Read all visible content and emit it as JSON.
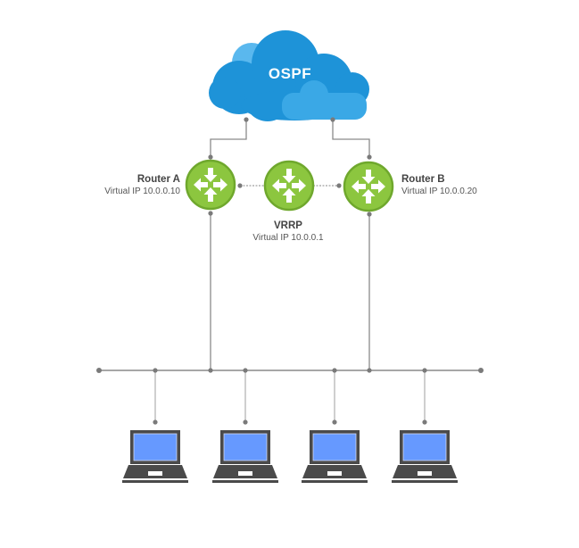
{
  "cloud": {
    "label": "OSPF",
    "icon": "cloud-icon",
    "colors": {
      "main": "#1e93d8",
      "light": "#4cb6ec",
      "highlight": "#6cc4f0"
    }
  },
  "routers": [
    {
      "id": "router-a",
      "name": "Router A",
      "ip": "Virtual IP 10.0.0.10",
      "icon": "router-icon"
    },
    {
      "id": "vrrp",
      "name": "VRRP",
      "ip": "Virtual IP 10.0.0.1",
      "icon": "router-icon"
    },
    {
      "id": "router-b",
      "name": "Router B",
      "ip": "Virtual IP 10.0.0.20",
      "icon": "router-icon"
    }
  ],
  "router_colors": {
    "fill": "#8cc63f",
    "border": "#6fa82d",
    "arrow": "#ffffff"
  },
  "hosts": [
    {
      "id": "laptop-1",
      "icon": "laptop-icon"
    },
    {
      "id": "laptop-2",
      "icon": "laptop-icon"
    },
    {
      "id": "laptop-3",
      "icon": "laptop-icon"
    },
    {
      "id": "laptop-4",
      "icon": "laptop-icon"
    }
  ],
  "host_colors": {
    "body": "#4a4a4a",
    "screen": "#6699ff",
    "screen_border": "#d0d8f0"
  },
  "line_color": "#8a8a8a",
  "dot_color": "#7a7a7a"
}
